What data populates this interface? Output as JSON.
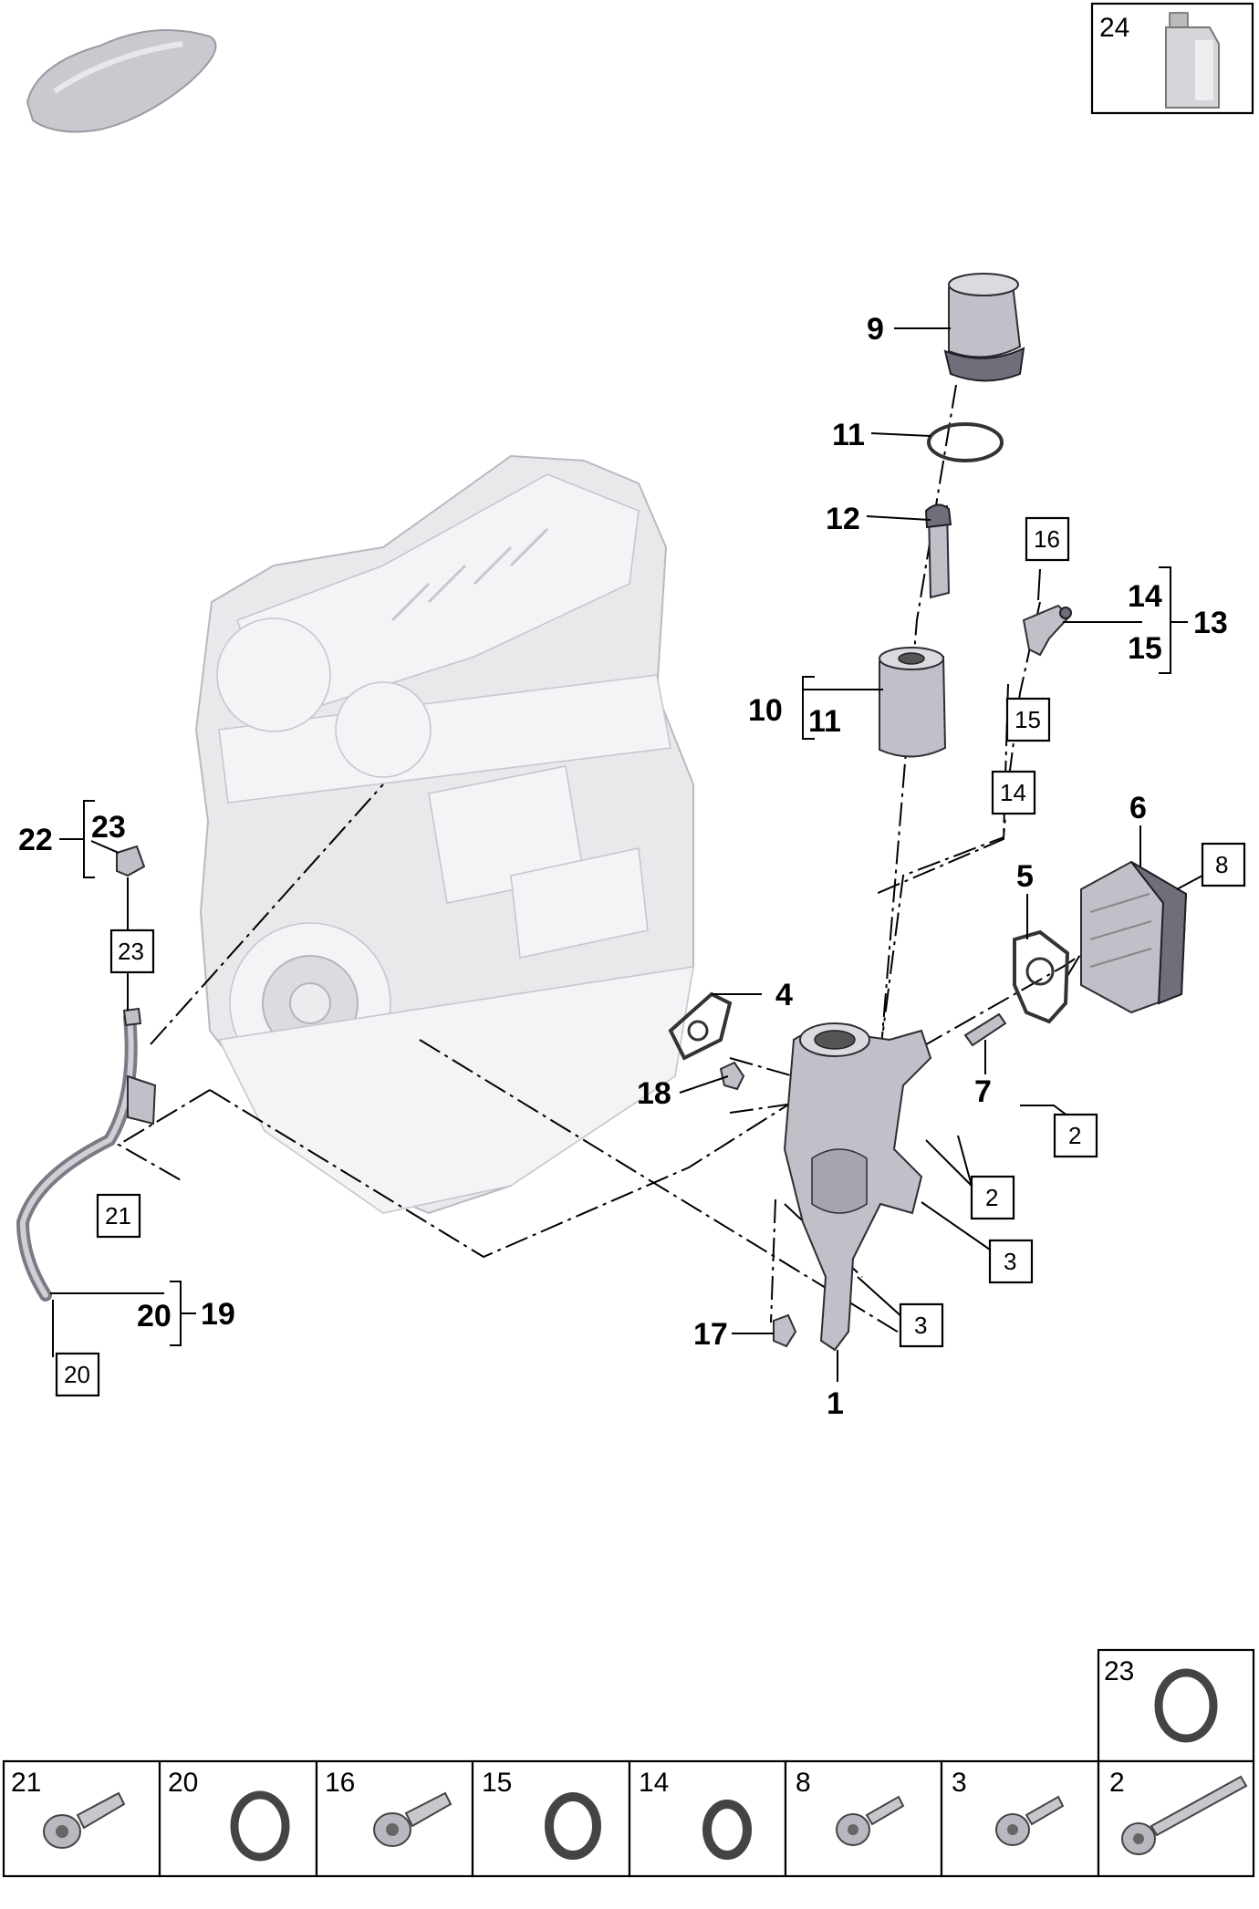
{
  "callouts": {
    "p1": "1",
    "p4": "4",
    "p5": "5",
    "p6": "6",
    "p7": "7",
    "p9": "9",
    "p10": "10",
    "p10_sub": "11",
    "p11": "11",
    "p12": "12",
    "p13": "13",
    "p14": "14",
    "p15": "15",
    "p17": "17",
    "p18": "18",
    "p19": "19",
    "p19_sub": "20",
    "p22": "22",
    "p22_sub": "23"
  },
  "boxes": {
    "b2a": "2",
    "b2b": "2",
    "b3a": "3",
    "b3b": "3",
    "b8": "8",
    "b14": "14",
    "b15": "15",
    "b16": "16",
    "b20": "20",
    "b21": "21",
    "b23": "23"
  },
  "inset_top_right": {
    "label": "24",
    "icon": "oil-bottle-icon"
  },
  "inset_car": {
    "icon": "car-silhouette-icon"
  },
  "legend_cells": [
    {
      "label": "23",
      "icon": "o-ring-icon"
    },
    {
      "label": "21",
      "icon": "bolt-icon"
    },
    {
      "label": "20",
      "icon": "o-ring-icon"
    },
    {
      "label": "16",
      "icon": "bolt-icon"
    },
    {
      "label": "15",
      "icon": "o-ring-icon"
    },
    {
      "label": "14",
      "icon": "o-ring-icon"
    },
    {
      "label": "8",
      "icon": "bolt-icon"
    },
    {
      "label": "3",
      "icon": "bolt-icon"
    },
    {
      "label": "2",
      "icon": "long-bolt-icon"
    }
  ],
  "colors": {
    "engine": "#e9e9ec",
    "part": "#bfc0c8",
    "line": "#000000"
  }
}
